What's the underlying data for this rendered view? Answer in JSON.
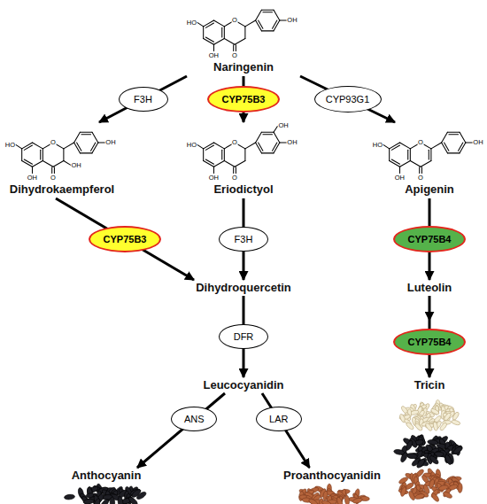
{
  "diagram": {
    "nodes": [
      {
        "text": [
          "Naringenin"
        ]
      },
      {
        "text": [
          "F3H"
        ]
      },
      {
        "text": [
          "CYP75B3"
        ]
      },
      {
        "text": [
          "CYP93G1"
        ]
      },
      {
        "text": [
          "Dihydrokaempferol"
        ]
      },
      {
        "text": [
          "Eriodictyol"
        ]
      },
      {
        "text": [
          "Apigenin"
        ]
      },
      {
        "text": [
          "CYP75B3"
        ]
      },
      {
        "text": [
          "F3H"
        ]
      },
      {
        "text": [
          "CYP75B4"
        ]
      },
      {
        "text": [
          "Dihydroquercetin"
        ]
      },
      {
        "text": [
          "Luteolin"
        ]
      },
      {
        "text": [
          "DFR"
        ]
      },
      {
        "text": [
          "CYP75B4"
        ]
      },
      {
        "text": [
          "Leucocyanidin"
        ]
      },
      {
        "text": [
          "Tricin"
        ]
      },
      {
        "text": [
          "ANS"
        ]
      },
      {
        "text": [
          "LAR"
        ]
      },
      {
        "text": [
          "Anthocyanin"
        ]
      },
      {
        "text": [
          "Proanthocyanidin"
        ]
      }
    ],
    "edges": [
      {
        "from": 0,
        "to": 4,
        "arrow": "to"
      },
      {
        "from": 0,
        "to": 5,
        "arrow": "to"
      },
      {
        "from": 0,
        "to": 6,
        "arrow": "to"
      },
      {
        "from": 4,
        "to": 10,
        "arrow": "to"
      },
      {
        "from": 5,
        "to": 10,
        "arrow": "to"
      },
      {
        "from": 6,
        "to": 11,
        "arrow": "to"
      },
      {
        "from": 10,
        "to": 14,
        "arrow": "to"
      },
      {
        "from": 11,
        "to": 15,
        "arrow": "to"
      },
      {
        "from": 14,
        "to": 18,
        "arrow": "to"
      },
      {
        "from": 14,
        "to": 19,
        "arrow": "to"
      }
    ],
    "labels": [
      "OH",
      "O",
      "HO",
      "OH",
      "O",
      "OH",
      "O",
      "HO",
      "OH",
      "OH",
      "O",
      "OH",
      "OH",
      "O",
      "HO",
      "OH",
      "O",
      "OH",
      "O",
      "HO",
      "OH",
      "O"
    ]
  }
}
